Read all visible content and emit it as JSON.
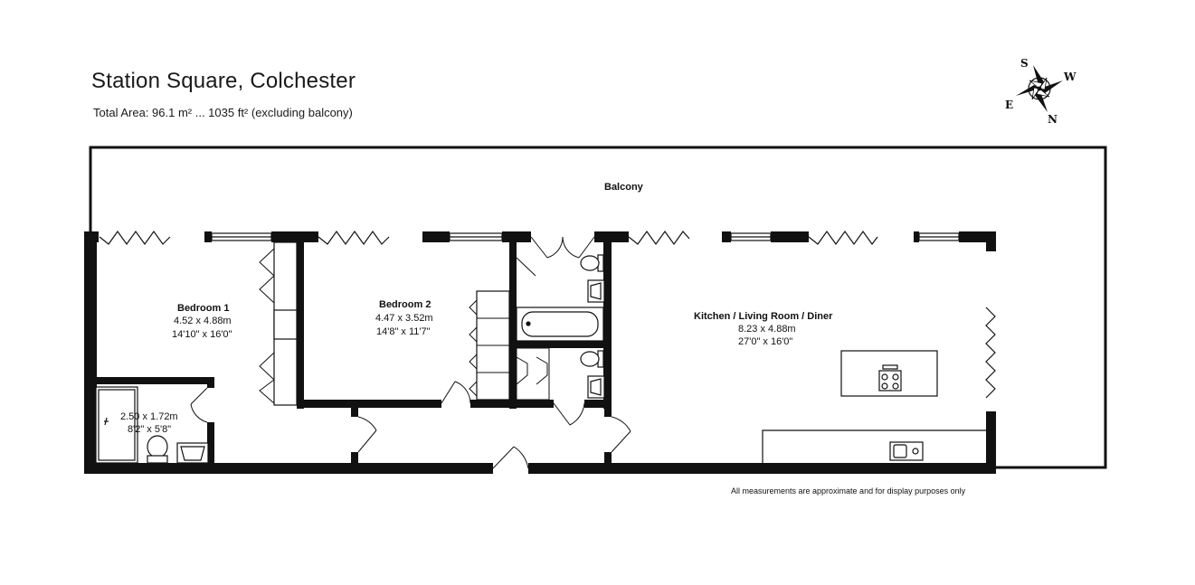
{
  "header": {
    "title": "Station Square, Colchester",
    "total_area": "Total Area: 96.1 m² ... 1035 ft² (excluding balcony)"
  },
  "compass": {
    "north": "N",
    "south": "S",
    "east": "E",
    "west": "W"
  },
  "rooms": {
    "balcony": {
      "name": "Balcony"
    },
    "bedroom1": {
      "name": "Bedroom 1",
      "metric": "4.52 x 4.88m",
      "imperial": "14'10\" x 16'0\""
    },
    "bedroom2": {
      "name": "Bedroom 2",
      "metric": "4.47 x 3.52m",
      "imperial": "14'8\" x 11'7\""
    },
    "ensuite": {
      "metric": "2.50 x 1.72m",
      "imperial": "8'2\" x 5'8\""
    },
    "kitchen": {
      "name": "Kitchen / Living Room / Diner",
      "metric": "8.23 x 4.88m",
      "imperial": "27'0\" x 16'0\""
    }
  },
  "footer": {
    "disclaimer": "All measurements are approximate and for display purposes only"
  },
  "colors": {
    "wall": "#111111",
    "line": "#222222"
  }
}
